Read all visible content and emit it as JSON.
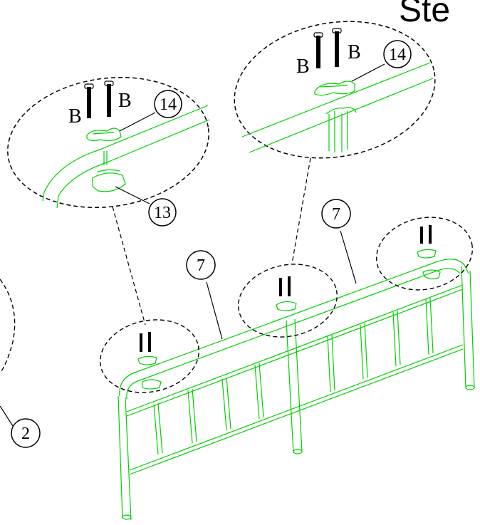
{
  "header": {
    "step_text": "Ste"
  },
  "callouts": {
    "left_bubble": {
      "label_b_left": "B",
      "label_b_right": "B",
      "part_14": "14",
      "part_13": "13"
    },
    "right_bubble": {
      "label_b_left": "B",
      "label_b_right": "B",
      "part_14": "14"
    },
    "rail_left_part": "7",
    "rail_right_part": "7",
    "left_edge_part": "2"
  },
  "colors": {
    "line": "#000000",
    "part_green": "#00d000"
  }
}
